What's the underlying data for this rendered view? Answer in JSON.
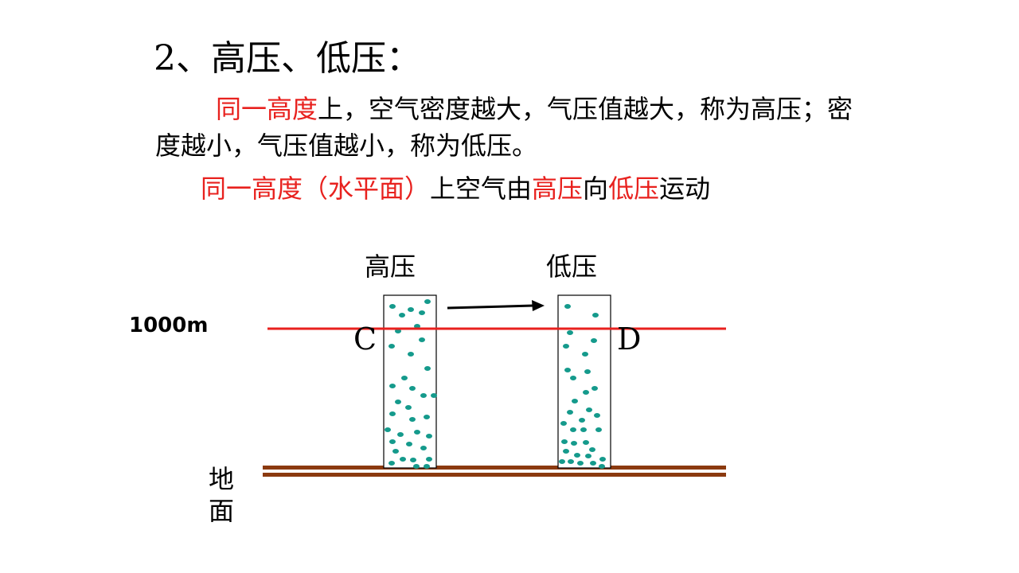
{
  "title": "2、高压、低压：",
  "definition": {
    "emphasis": "同一高度",
    "rest": "上，空气密度越大，气压值越大，称为高压；密度越小，气压值越小，称为低压。"
  },
  "rule": {
    "part1": "同一高度（水平面）",
    "part2": "上空气由",
    "part3": "高压",
    "part4": "向",
    "part5": "低压",
    "part6": "运动"
  },
  "diagram": {
    "high_label": "高压",
    "low_label": "低压",
    "altitude_label": "1000m",
    "point_c": "C",
    "point_d": "D",
    "ground_label": "地面",
    "colors": {
      "isobar": "#e8211e",
      "dots": "#159a8c",
      "ground": "#8b3a0f",
      "highlight": "#e8211e"
    }
  }
}
